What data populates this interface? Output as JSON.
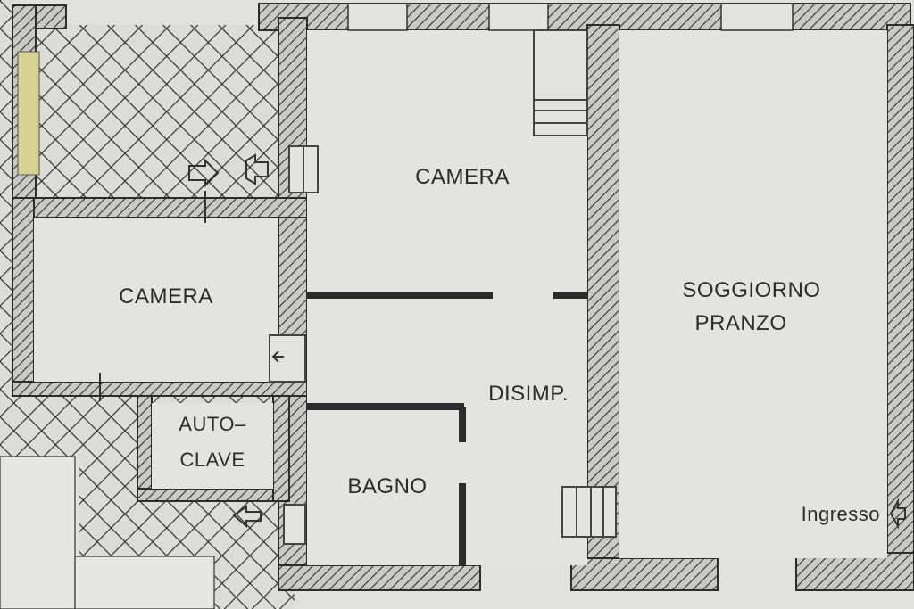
{
  "plan": {
    "colors": {
      "paper": "#e1e1de",
      "wall_fill": "#c9c9c6",
      "wall_stroke": "#2c2c2c",
      "hatch": "#3a3a3a",
      "ink": "#2b2b2b",
      "window_highlight": "#d8d293"
    },
    "rooms": [
      {
        "key": "camera-left",
        "label": "CAMERA"
      },
      {
        "key": "camera-center",
        "label": "CAMERA"
      },
      {
        "key": "soggiorno",
        "label": "SOGGIORNO"
      },
      {
        "key": "pranzo",
        "label": "PRANZO"
      },
      {
        "key": "disimp",
        "label": "DISIMP."
      },
      {
        "key": "bagno",
        "label": "BAGNO"
      },
      {
        "key": "auto",
        "label": "AUTO–"
      },
      {
        "key": "clave",
        "label": "CLAVE"
      }
    ],
    "entrance": {
      "label": "Ingresso",
      "icon": "entrance-arrow-icon"
    }
  }
}
